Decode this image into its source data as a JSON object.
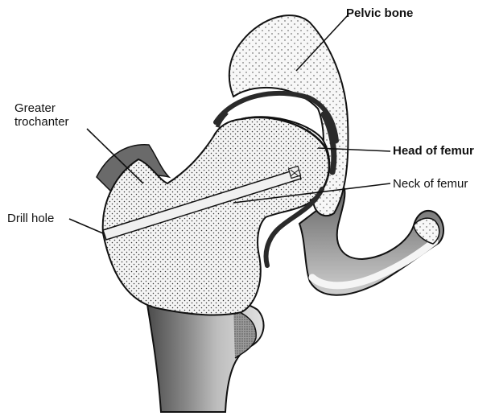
{
  "labels": {
    "pelvic_bone": "Pelvic bone",
    "greater_trochanter_line1": "Greater",
    "greater_trochanter_line2": "trochanter",
    "head_of_femur": "Head of femur",
    "neck_of_femur": "Neck of femur",
    "drill_hole": "Drill hole"
  },
  "colors": {
    "ink": "#111111",
    "bone_fill": "#f4f4f4",
    "stipple": "#333333",
    "shaft_dark": "#555555",
    "shaft_mid": "#8a8a8a",
    "shaft_light": "#cfcfcf",
    "cartilage": "#2a2a2a"
  }
}
